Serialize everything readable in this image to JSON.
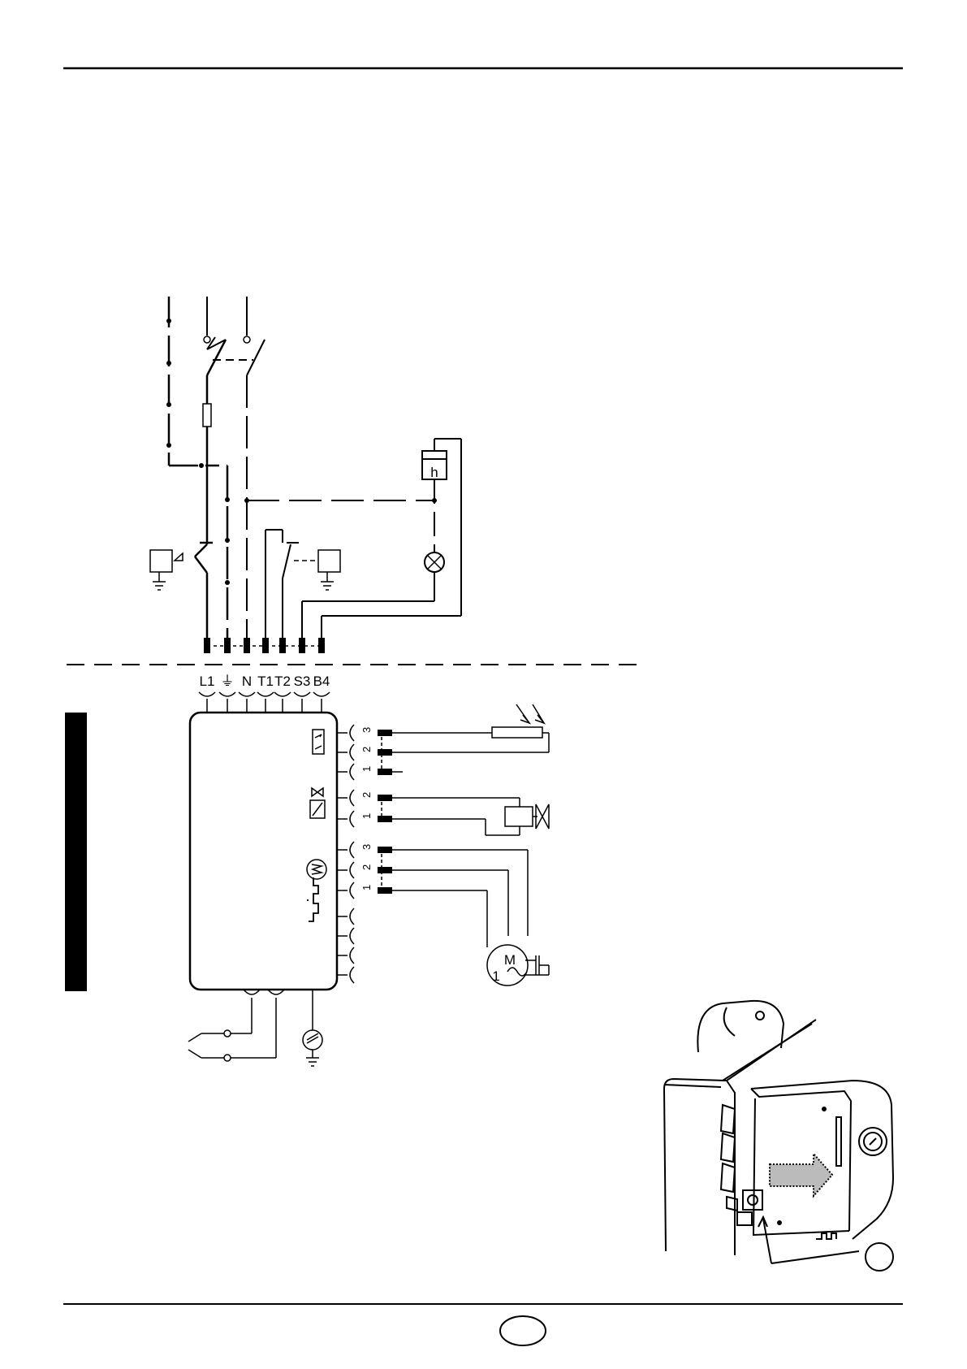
{
  "terminals": [
    "L1",
    "⏚",
    "N",
    "T1",
    "T2",
    "S3",
    "B4"
  ],
  "pins": {
    "cell_connector": [
      "3",
      "2",
      "1"
    ],
    "valve_connector": [
      "2",
      "1"
    ],
    "motor_connector": [
      "3",
      "2",
      "1"
    ]
  },
  "symbols": {
    "hour_counter": "h",
    "motor": "M",
    "motor_phase": "1"
  },
  "page_number": ""
}
